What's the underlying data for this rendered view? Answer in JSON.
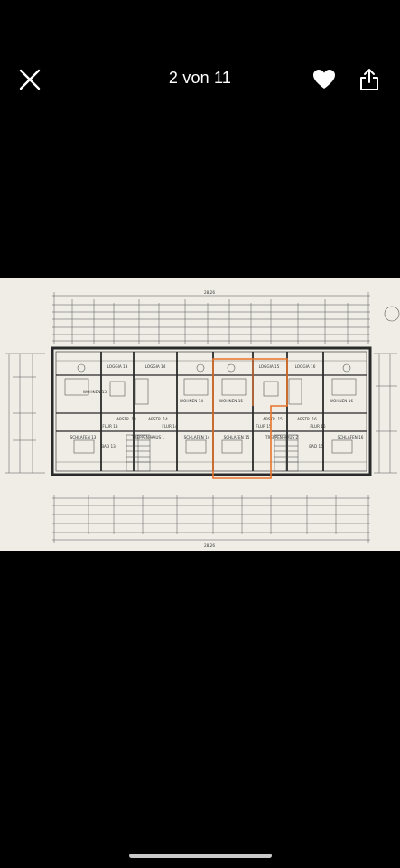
{
  "viewer": {
    "counter": "2 von 11",
    "close_icon": "close-x-icon",
    "like_icon": "heart-icon",
    "share_icon": "share-icon"
  },
  "photo": {
    "room_labels": {
      "loggia_13": "LOGGIA 13",
      "loggia_14": "LOGGIA 14",
      "loggia_15": "LOGGIA 15",
      "loggia_16": "LOGGIA 16",
      "wohnen_13": "WOHNEN 13",
      "wohnen_14": "WOHNEN 14",
      "wohnen_15": "WOHNEN 15",
      "wohnen_16": "WOHNEN 16",
      "abstellraum_13": "ABSTR. 13",
      "abstellraum_14": "ABSTR. 14",
      "abstellraum_15": "ABSTR. 15",
      "abstellraum_16": "ABSTR. 16",
      "flur_13": "FLUR 13",
      "flur_14": "FLUR 14",
      "flur_15": "FLUR 15",
      "flur_16": "FLUR 16",
      "schlafen_13": "SCHLAFEN 13",
      "schlafen_14": "SCHLAFEN 14",
      "schlafen_15": "SCHLAFEN 15",
      "schlafen_16": "SCHLAFEN 16",
      "treppenhaus_1": "TREPPEN-HAUS 1",
      "treppenhaus_2": "TREPPEN-HAUS 2",
      "bad_13": "BAD 13",
      "bad_16": "BAD 16"
    },
    "dimensions": {
      "overall_top": "28,26",
      "overall_bottom": "28,26"
    },
    "highlight_color": "#e8742a"
  },
  "colors": {
    "background": "#000000",
    "paper": "#efede6",
    "ink": "#3a3a3a",
    "highlight": "#e8742a"
  }
}
